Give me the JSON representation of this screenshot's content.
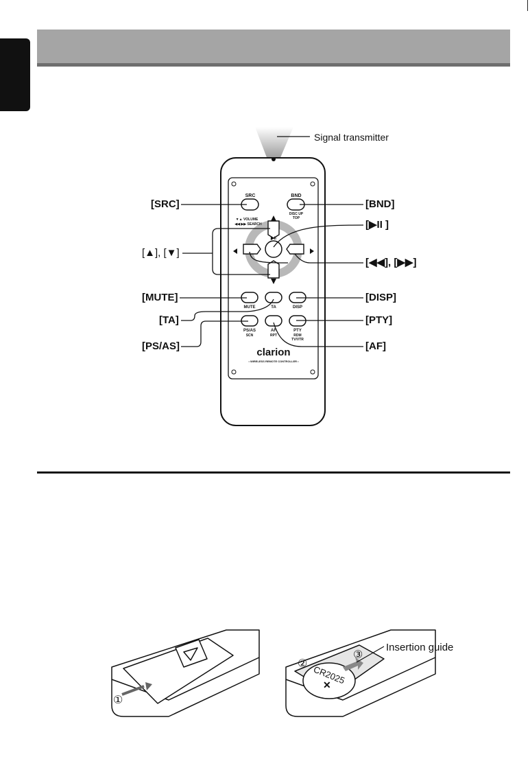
{
  "remote": {
    "signal_transmitter": "Signal transmitter",
    "brand": "clarion",
    "model_text": "• WIRELESS REMOTE CONTROLLER •",
    "volume_text": "▼▲ VOLUME",
    "search_text": "◀◀ ▶▶ SEARCH",
    "play_symbol": "▶II",
    "buttons": {
      "src": "SRC",
      "bnd": "BND",
      "bnd_sub": "DISC UP",
      "bnd_sub2": "TOP",
      "mute": "MUTE",
      "ta": "TA",
      "disp": "DISP",
      "psas": "PS/AS",
      "psas_sub": "SCN",
      "af": "AF",
      "af_sub": "RPT",
      "pty": "PTY",
      "pty_sub": "RDM",
      "pty_sub2": "TV/VTR"
    },
    "callouts": {
      "src": "[SRC]",
      "bnd": "[BND]",
      "play": "[▶II ]",
      "updown": "[▲], [▼]",
      "seek": "[◀◀], [▶▶]",
      "mute": "[MUTE]",
      "disp": "[DISP]",
      "ta": "[TA]",
      "pty": "[PTY]",
      "psas": "[PS/AS]",
      "af": "[AF]"
    }
  },
  "battery": {
    "insertion_guide": "Insertion guide",
    "cell": "CR2025",
    "cell_sign": "✕",
    "step1": "①",
    "step2": "②",
    "step3": "③"
  }
}
